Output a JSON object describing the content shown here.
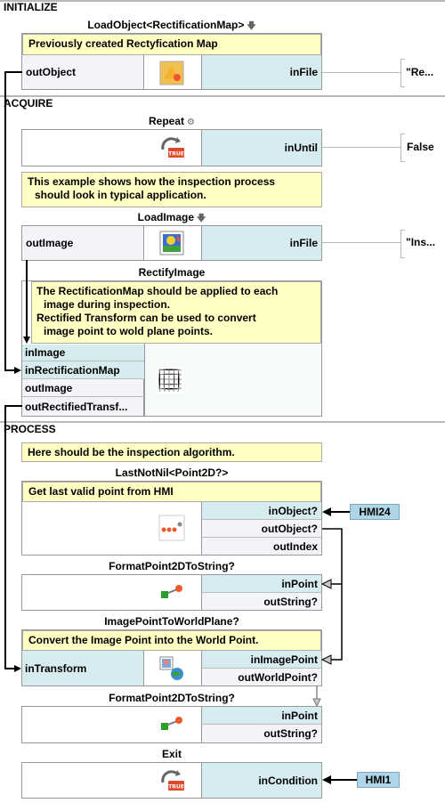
{
  "sections": {
    "initialize": "INITIALIZE",
    "acquire": "ACQUIRE",
    "process": "PROCESS"
  },
  "load_object": {
    "title": "LoadObject<RectificationMap>",
    "comment": "Previously created Rectyfication Map",
    "out": "outObject",
    "in": "inFile",
    "value": "\"Re..."
  },
  "repeat": {
    "title": "Repeat",
    "in": "inUntil",
    "value": "False",
    "icon_text": "TRUE"
  },
  "acquire_comment": {
    "line1": "This example shows how the inspection process",
    "line2": "should look in typical application."
  },
  "load_image": {
    "title": "LoadImage",
    "out": "outImage",
    "in": "inFile",
    "value": "\"Ins..."
  },
  "rectify_image": {
    "title": "RectifyImage",
    "comment_lines": [
      "The RectificationMap should be applied  to each",
      "image during inspection.",
      "Rectified Transform can be used to convert",
      "image point to wold plane points."
    ],
    "ports": [
      "inImage",
      "inRectificationMap",
      "outImage",
      "outRectifiedTransf..."
    ]
  },
  "process_comment": "Here should be the inspection algorithm.",
  "last_not_nil": {
    "title": "LastNotNil<Point2D?>",
    "comment": "Get last valid point from HMI",
    "ports": [
      "inObject?",
      "outObject?",
      "outIndex"
    ],
    "hmi": "HMI24"
  },
  "format1": {
    "title": "FormatPoint2DToString?",
    "ports": [
      "inPoint",
      "outString?"
    ]
  },
  "image_to_world": {
    "title": "ImagePointToWorldPlane?",
    "comment": "Convert the Image Point into the World Point.",
    "out": "inTransform",
    "ports": [
      "inImagePoint",
      "outWorldPoint?"
    ]
  },
  "format2": {
    "title": "FormatPoint2DToString?",
    "ports": [
      "inPoint",
      "outString?"
    ]
  },
  "exit": {
    "title": "Exit",
    "in": "inCondition",
    "hmi": "HMI1",
    "icon_text": "TRUE"
  },
  "colors": {
    "input_port": "#d7ecf0",
    "comment": "#ffffc4",
    "hmi": "#aed6e8"
  }
}
